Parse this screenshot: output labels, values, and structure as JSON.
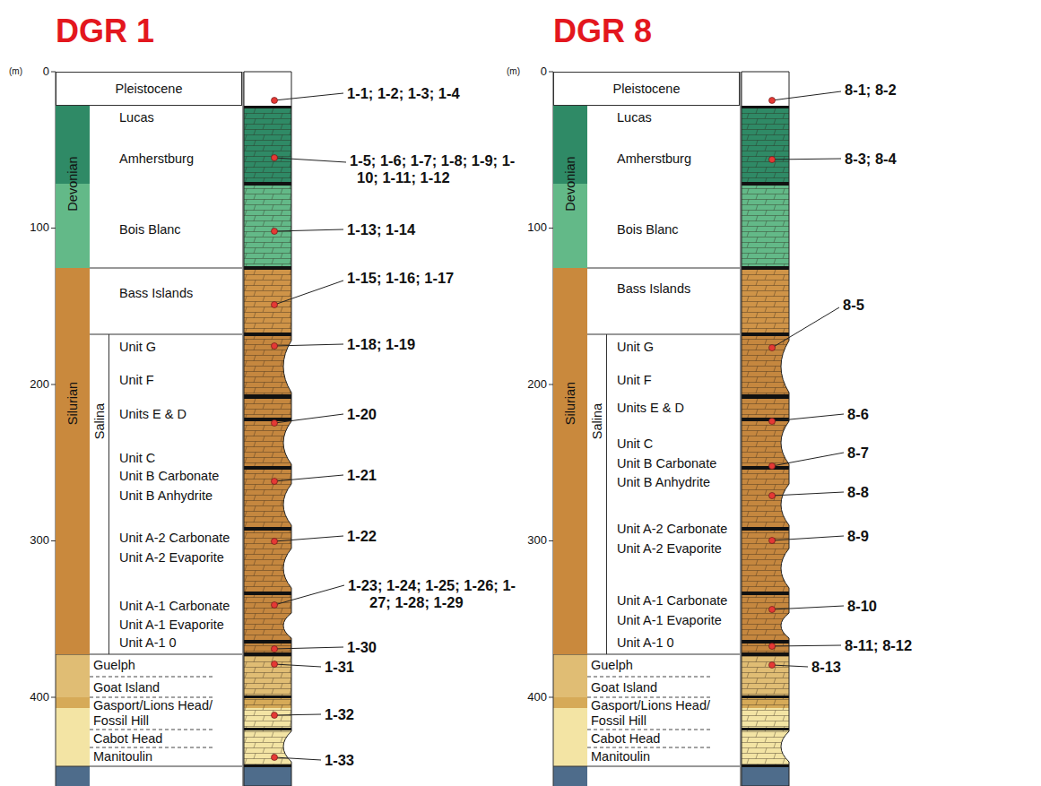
{
  "diagram": {
    "nodes": [
      {
        "text": [
          "Pleistocene"
        ]
      },
      {
        "text": [
          "Devonian"
        ]
      },
      {
        "text": [
          "Lucas"
        ]
      },
      {
        "text": [
          "Amherstburg"
        ]
      },
      {
        "text": [
          "Bois Blanc"
        ]
      },
      {
        "text": [
          "Silurian"
        ]
      },
      {
        "text": [
          "Bass Islands"
        ]
      },
      {
        "text": [
          "Salina"
        ]
      },
      {
        "text": [
          "Unit G"
        ]
      },
      {
        "text": [
          "Unit F"
        ]
      },
      {
        "text": [
          "Units E & D"
        ]
      },
      {
        "text": [
          "Unit C"
        ]
      },
      {
        "text": [
          "Unit B Carbonate"
        ]
      },
      {
        "text": [
          "Unit B Anhydrite"
        ]
      },
      {
        "text": [
          "Unit A-2 Carbonate"
        ]
      },
      {
        "text": [
          "Unit A-2 Evaporite"
        ]
      },
      {
        "text": [
          "Unit A-1 Carbonate"
        ]
      },
      {
        "text": [
          "Unit A-1 Evaporite"
        ]
      },
      {
        "text": [
          "Unit A-1 0"
        ]
      },
      {
        "text": [
          "Guelph"
        ]
      },
      {
        "text": [
          "Goat Island"
        ]
      },
      {
        "text": [
          "Gasport/Lions Head/ Fossil Hill"
        ]
      },
      {
        "text": [
          "Cabot Head"
        ]
      },
      {
        "text": [
          "Manitoulin"
        ]
      },
      {
        "text": [
          "Pleistocene"
        ]
      },
      {
        "text": [
          "Devonian"
        ]
      },
      {
        "text": [
          "Lucas"
        ]
      },
      {
        "text": [
          "Amherstburg"
        ]
      },
      {
        "text": [
          "Bois Blanc"
        ]
      },
      {
        "text": [
          "Silurian"
        ]
      },
      {
        "text": [
          "Bass Islands"
        ]
      },
      {
        "text": [
          "Salina"
        ]
      },
      {
        "text": [
          "Unit G"
        ]
      },
      {
        "text": [
          "Unit F"
        ]
      },
      {
        "text": [
          "Units E & D"
        ]
      },
      {
        "text": [
          "Unit C"
        ]
      },
      {
        "text": [
          "Unit B Carbonate"
        ]
      },
      {
        "text": [
          "Unit B Anhydrite"
        ]
      },
      {
        "text": [
          "Unit A-2 Carbonate"
        ]
      },
      {
        "text": [
          "Unit A-2 Evaporite"
        ]
      },
      {
        "text": [
          "Unit A-1 Carbonate"
        ]
      },
      {
        "text": [
          "Unit A-1 Evaporite"
        ]
      },
      {
        "text": [
          "Unit A-1 0"
        ]
      },
      {
        "text": [
          "Guelph"
        ]
      },
      {
        "text": [
          "Goat Island"
        ]
      },
      {
        "text": [
          "Gasport/Lions Head/ Fossil Hill"
        ]
      },
      {
        "text": [
          "Cabot Head"
        ]
      },
      {
        "text": [
          "Manitoulin"
        ]
      }
    ],
    "labels": [
      "DGR 1",
      "(m)",
      "0",
      "100",
      "200",
      "300",
      "400",
      "1-1; 1-2; 1-3; 1-4",
      "1-5; 1-6; 1-7; 1-8; 1-9; 1-10; 1-11; 1-12",
      "1-13; 1-14",
      "1-15; 1-16; 1-17",
      "1-18; 1-19",
      "1-20",
      "1-21",
      "1-22",
      "1-23; 1-24; 1-25; 1-26; 1-27; 1-28; 1-29",
      "1-30",
      "1-31",
      "1-32",
      "1-33",
      "DGR 8",
      "(m)",
      "0",
      "100",
      "200",
      "300",
      "400",
      "8-1; 8-2",
      "8-3; 8-4",
      "8-5",
      "8-6",
      "8-7",
      "8-8",
      "8-9",
      "8-10",
      "8-11; 8-12",
      "8-13"
    ]
  }
}
